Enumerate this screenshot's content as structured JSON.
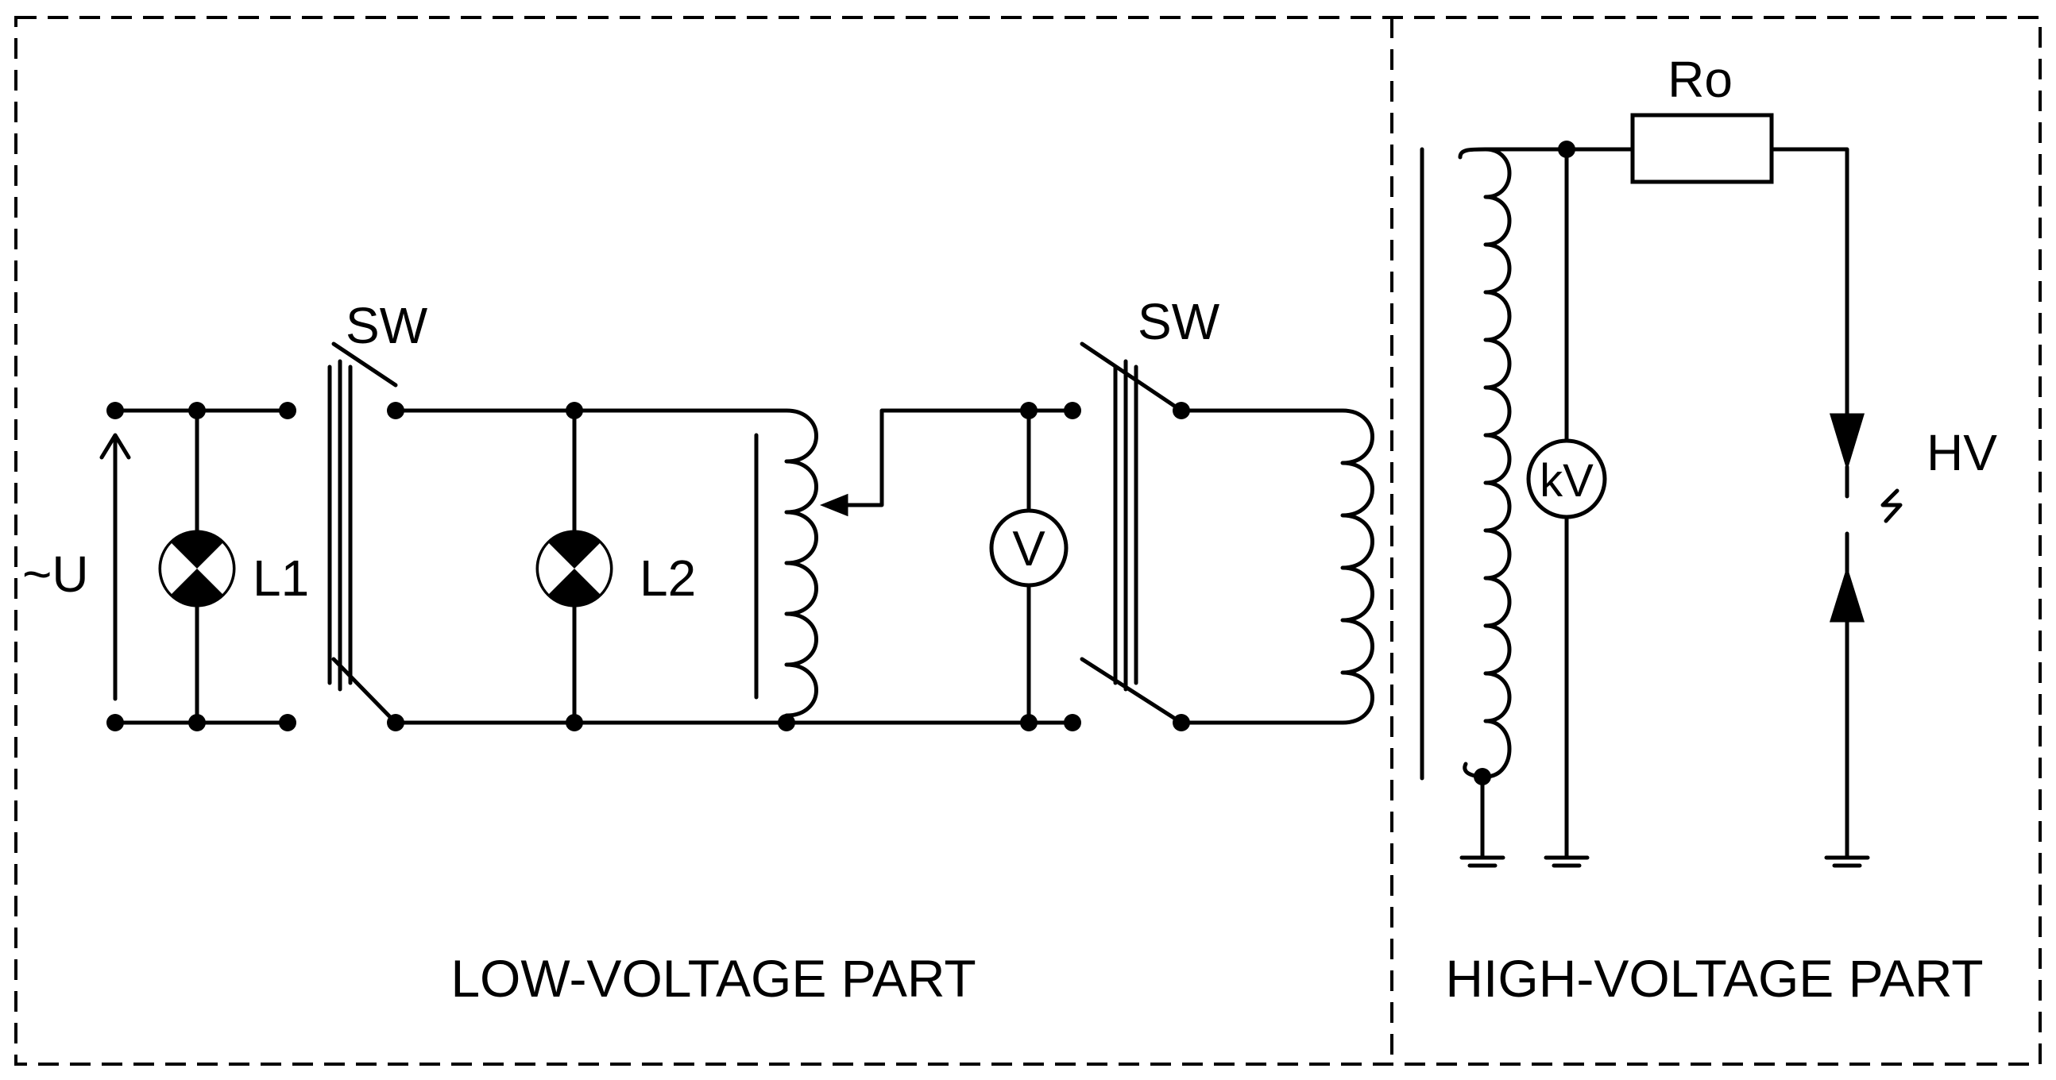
{
  "labels": {
    "source": "~U",
    "lamp1": "L1",
    "lamp2": "L2",
    "switch1": "SW",
    "switch2": "SW",
    "voltmeter": "V",
    "kilovoltmeter": "kV",
    "resistor": "Ro",
    "spark_gap": "HV"
  },
  "sections": {
    "low_voltage": "LOW-VOLTAGE PART",
    "high_voltage": "HIGH-VOLTAGE PART"
  }
}
